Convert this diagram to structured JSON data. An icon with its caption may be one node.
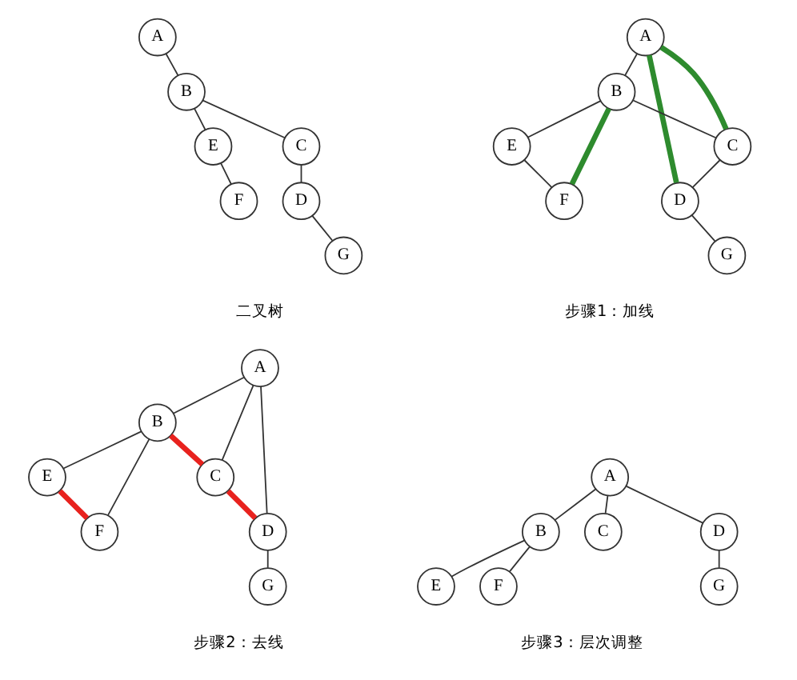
{
  "diagram": {
    "nodes": [
      {
        "text": [
          "A"
        ]
      },
      {
        "text": [
          "B"
        ]
      },
      {
        "text": [
          "E"
        ]
      },
      {
        "text": [
          "C"
        ]
      },
      {
        "text": [
          "F"
        ]
      },
      {
        "text": [
          "D"
        ]
      },
      {
        "text": [
          "G"
        ]
      },
      {
        "text": [
          "A"
        ]
      },
      {
        "text": [
          "B"
        ]
      },
      {
        "text": [
          "E"
        ]
      },
      {
        "text": [
          "C"
        ]
      },
      {
        "text": [
          "F"
        ]
      },
      {
        "text": [
          "D"
        ]
      },
      {
        "text": [
          "G"
        ]
      },
      {
        "text": [
          "A"
        ]
      },
      {
        "text": [
          "B"
        ]
      },
      {
        "text": [
          "E"
        ]
      },
      {
        "text": [
          "C"
        ]
      },
      {
        "text": [
          "F"
        ]
      },
      {
        "text": [
          "D"
        ]
      },
      {
        "text": [
          "G"
        ]
      },
      {
        "text": [
          "A"
        ]
      },
      {
        "text": [
          "B"
        ]
      },
      {
        "text": [
          "C"
        ]
      },
      {
        "text": [
          "D"
        ]
      },
      {
        "text": [
          "E"
        ]
      },
      {
        "text": [
          "F"
        ]
      },
      {
        "text": [
          "G"
        ]
      }
    ],
    "edges": [
      {
        "from": 0,
        "to": 1,
        "arrow": "none"
      },
      {
        "from": 1,
        "to": 2,
        "arrow": "none"
      },
      {
        "from": 1,
        "to": 3,
        "arrow": "none"
      },
      {
        "from": 2,
        "to": 4,
        "arrow": "none"
      },
      {
        "from": 3,
        "to": 5,
        "arrow": "none"
      },
      {
        "from": 5,
        "to": 6,
        "arrow": "none"
      },
      {
        "from": 7,
        "to": 8,
        "arrow": "none"
      },
      {
        "from": 8,
        "to": 9,
        "arrow": "none"
      },
      {
        "from": 8,
        "to": 10,
        "arrow": "none"
      },
      {
        "from": 9,
        "to": 11,
        "arrow": "none"
      },
      {
        "from": 10,
        "to": 12,
        "arrow": "none"
      },
      {
        "from": 12,
        "to": 13,
        "arrow": "none"
      },
      {
        "from": 8,
        "to": 11,
        "arrow": "none",
        "style": "thick",
        "color": "#2e8b2e"
      },
      {
        "from": 7,
        "to": 10,
        "arrow": "none",
        "style": "thick",
        "color": "#2e8b2e"
      },
      {
        "from": 7,
        "to": 12,
        "arrow": "none",
        "style": "thick",
        "color": "#2e8b2e"
      },
      {
        "from": 14,
        "to": 15,
        "arrow": "none"
      },
      {
        "from": 14,
        "to": 17,
        "arrow": "none"
      },
      {
        "from": 14,
        "to": 19,
        "arrow": "none"
      },
      {
        "from": 15,
        "to": 16,
        "arrow": "none"
      },
      {
        "from": 15,
        "to": 17,
        "arrow": "none",
        "style": "thick",
        "color": "#e8221e"
      },
      {
        "from": 15,
        "to": 18,
        "arrow": "none"
      },
      {
        "from": 16,
        "to": 18,
        "arrow": "none",
        "style": "thick",
        "color": "#e8221e"
      },
      {
        "from": 17,
        "to": 19,
        "arrow": "none",
        "style": "thick",
        "color": "#e8221e"
      },
      {
        "from": 19,
        "to": 20,
        "arrow": "none"
      },
      {
        "from": 21,
        "to": 22,
        "arrow": "none"
      },
      {
        "from": 21,
        "to": 23,
        "arrow": "none"
      },
      {
        "from": 21,
        "to": 24,
        "arrow": "none"
      },
      {
        "from": 22,
        "to": 25,
        "arrow": "none"
      },
      {
        "from": 22,
        "to": 26,
        "arrow": "none"
      },
      {
        "from": 24,
        "to": 27,
        "arrow": "none"
      }
    ],
    "labels": [
      "二叉树",
      "步骤1：加线",
      "步骤2：去线",
      "步骤3：层次调整"
    ]
  }
}
